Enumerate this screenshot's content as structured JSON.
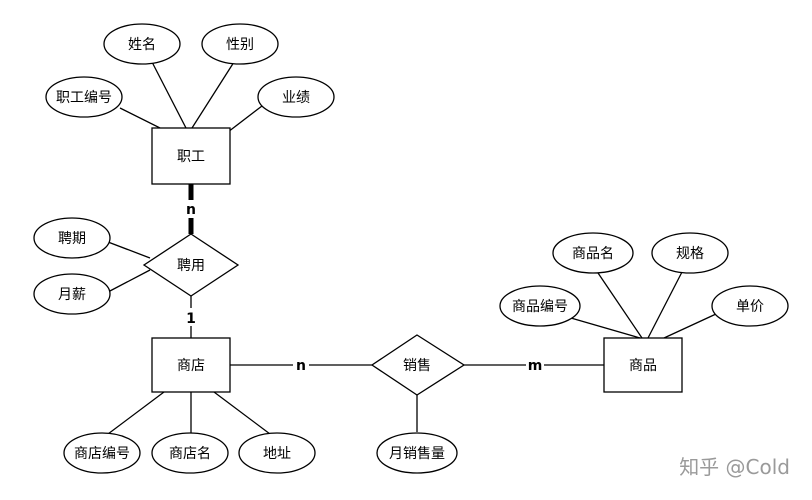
{
  "diagram": {
    "entities": [
      {
        "id": "zhigong",
        "label": "职工"
      },
      {
        "id": "shangdian",
        "label": "商店"
      },
      {
        "id": "shangpin",
        "label": "商品"
      }
    ],
    "relationships": [
      {
        "id": "pinyong",
        "label": "聘用"
      },
      {
        "id": "xiaoshou",
        "label": "销售"
      }
    ],
    "attributes": [
      {
        "id": "xingming",
        "label": "姓名"
      },
      {
        "id": "xingbie",
        "label": "性别"
      },
      {
        "id": "zhigongbianhao",
        "label": "职工编号"
      },
      {
        "id": "yeji",
        "label": "业绩"
      },
      {
        "id": "pinqi",
        "label": "聘期"
      },
      {
        "id": "yuexin",
        "label": "月薪"
      },
      {
        "id": "shangdianbianhao",
        "label": "商店编号"
      },
      {
        "id": "shangdianming",
        "label": "商店名"
      },
      {
        "id": "dizhi",
        "label": "地址"
      },
      {
        "id": "yuexiaoshouliang",
        "label": "月销售量"
      },
      {
        "id": "shangpinming",
        "label": "商品名"
      },
      {
        "id": "guige",
        "label": "规格"
      },
      {
        "id": "shangpinbianhao",
        "label": "商品编号"
      },
      {
        "id": "danjia",
        "label": "单价"
      }
    ],
    "cardinalities": {
      "zhigong_pinyong": "n",
      "pinyong_shangdian": "1",
      "shangdian_xiaoshou": "n",
      "xiaoshou_shangpin": "m"
    }
  },
  "watermark": "知乎 @Cold"
}
